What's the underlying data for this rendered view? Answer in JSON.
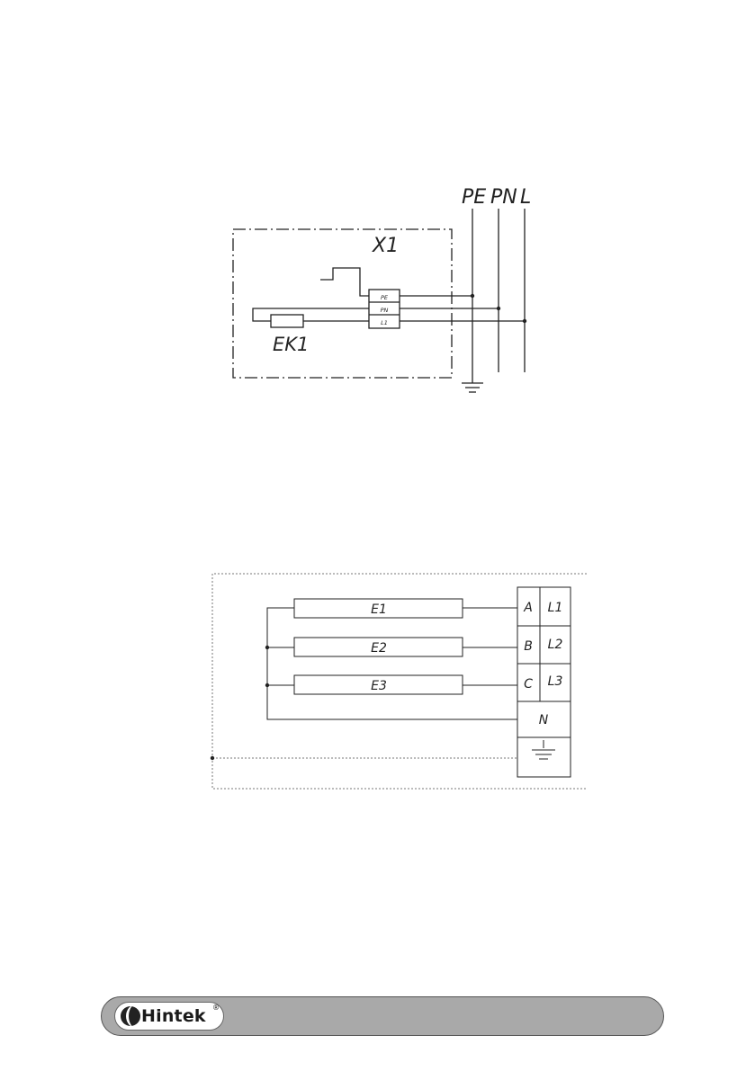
{
  "diagram1": {
    "bus_labels": [
      "PE",
      "PN",
      "L"
    ],
    "box_label": "X1",
    "terminals": [
      "PE",
      "PN",
      "L1"
    ],
    "heater_label": "EK1"
  },
  "diagram2": {
    "elements": [
      "E1",
      "E2",
      "E3"
    ],
    "phases": [
      {
        "left": "A",
        "right": "L1"
      },
      {
        "left": "B",
        "right": "L2"
      },
      {
        "left": "C",
        "right": "L3"
      }
    ],
    "neutral": "N"
  },
  "footer": {
    "logo_text": "Hintek",
    "logo_reg": "®",
    "logo_icon": "hintek-swoosh-icon"
  }
}
